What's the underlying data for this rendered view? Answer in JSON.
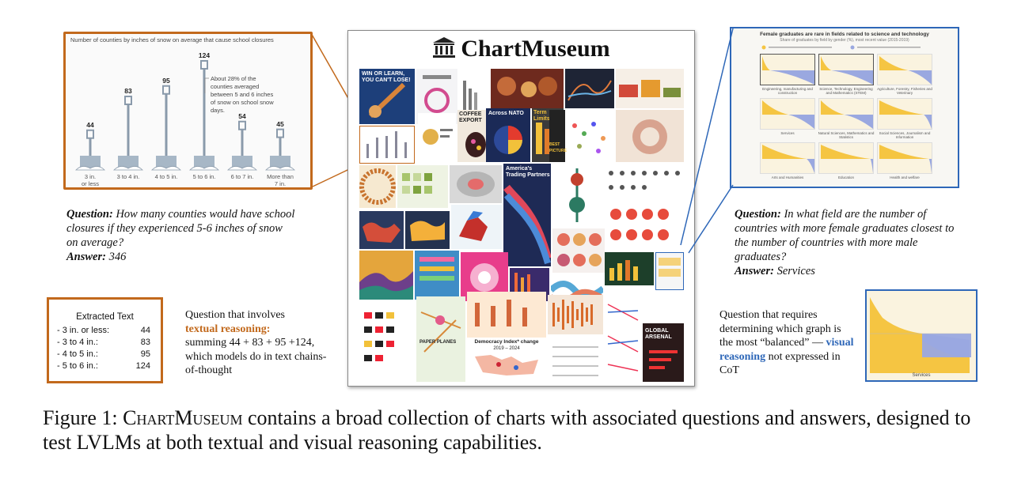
{
  "left_chart": {
    "title": "Number of counties by inches of snow on average that cause school closures",
    "annotation": "About 28% of the counties averaged between 5 and 6 inches of snow on school snow days.",
    "chart_data": {
      "type": "bar",
      "title": "Number of counties by inches of snow on average that cause school closures",
      "categories": [
        "3 in. or less",
        "3 to 4 in.",
        "4 to 5 in.",
        "5 to 6 in.",
        "6 to 7 in.",
        "More than 7 in."
      ],
      "values": [
        44,
        83,
        95,
        124,
        54,
        45
      ],
      "labels": [
        "3 in.\nor less",
        "3 to 4 in.",
        "4 to 5 in.",
        "5 to 6 in.",
        "6 to 7 in.",
        "More than\n7 in."
      ]
    }
  },
  "left_qa": {
    "q_label": "Question:",
    "q_text": "How many counties would have school closures if they experienced 5-6 inches of snow on average?",
    "a_label": "Answer:",
    "a_text": "346"
  },
  "extracted": {
    "heading": "Extracted Text",
    "rows": [
      {
        "key": "- 3 in. or less:",
        "value": "44"
      },
      {
        "key": "- 3 to 4 in.:",
        "value": "83"
      },
      {
        "key": "- 4 to 5 in.:",
        "value": "95"
      },
      {
        "key": "- 5 to 6 in.:",
        "value": "124"
      }
    ]
  },
  "textual_desc": {
    "pre": "Question that involves",
    "highlight": "textual reasoning:",
    "post": "summing 44 + 83 + 95 +124, which models do in text chains-of-thought"
  },
  "collage": {
    "title": "ChartMuseum",
    "icon": "museum-icon",
    "tiles": [
      {
        "text": "WIN OR LEARN, YOU CAN'T LOSE!"
      },
      {
        "text": "COFFEE EXPORT"
      },
      {
        "text": "Across NATO"
      },
      {
        "text": "Term Limits"
      },
      {
        "text": "BEST PICTURE"
      },
      {
        "text": "America's Trading Partners"
      },
      {
        "text": "PAPER PLANES"
      },
      {
        "text": "Democracy Index* change"
      },
      {
        "text": "2019 – 2024"
      },
      {
        "text": "GLOBAL ARSENAL"
      }
    ]
  },
  "right_chart": {
    "title": "Female graduates are rare in fields related to science and technology",
    "subtitle": "Share of graduates by field by gender (%), most recent value (2015-2019)",
    "panels": [
      "Engineering, manufacturing and construction",
      "Science, Technology, Engineering and Mathematics (STEM)",
      "Agriculture, Forestry, Fisheries and Veterinary",
      "Services",
      "Natural Sciences, Mathematics and Statistics",
      "Social Sciences, Journalism and Information",
      "Arts and Humanities",
      "Education",
      "Health and welfare"
    ],
    "colors": {
      "female": "#f5c542",
      "male": "#9aa8e0"
    }
  },
  "right_qa": {
    "q_label": "Question:",
    "q_text": "In what field are the number of countries with more female graduates closest to the number of countries with more male graduates?",
    "a_label": "Answer:",
    "a_text": "Services"
  },
  "visual_desc": {
    "pre": "Question that requires determining which graph is the most “balanced” —",
    "highlight": "visual reasoning",
    "post": "not expressed in CoT"
  },
  "mini_chart": {
    "label": "Services"
  },
  "caption": {
    "prefix": "Figure 1:",
    "name": "ChartMuseum",
    "text": "contains a broad collection of charts with associated questions and answers, designed to test LVLMs at both textual and visual reasoning capabilities."
  },
  "colors": {
    "orange": "#c2691c",
    "blue": "#2e67b8"
  }
}
